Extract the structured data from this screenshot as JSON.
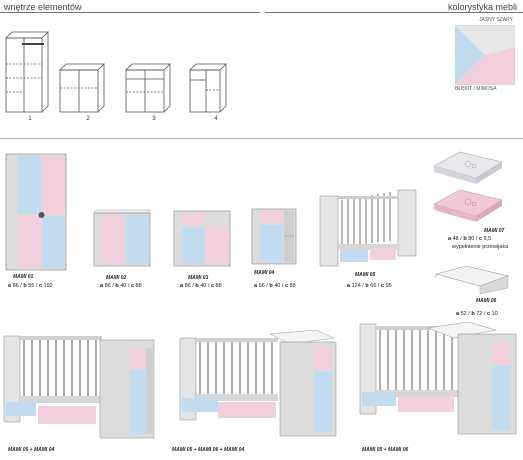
{
  "header": {
    "left_title": "wnętrze elementów",
    "right_title": "kolorystyka mebli"
  },
  "interior": {
    "numbers": [
      "1",
      "2",
      "3",
      "4"
    ]
  },
  "colors": {
    "top_label": "JASNY SZARY",
    "bottom_label": "BŁĘKIT / MIMOSA",
    "gray": "#e6e6e6",
    "blue": "#c3dbee",
    "pink": "#f1cfdc",
    "furniture_body": "#dedede",
    "line": "#6b6b6b"
  },
  "products": [
    {
      "name": "MAMI 01",
      "dims": {
        "a": "86",
        "b": "55",
        "c": "192"
      }
    },
    {
      "name": "MAMI 02",
      "dims": {
        "a": "86",
        "b": "40",
        "c": "88"
      }
    },
    {
      "name": "MAMI 03",
      "dims": {
        "a": "86",
        "b": "40",
        "c": "88"
      }
    },
    {
      "name": "MAMI 04",
      "dims": {
        "a": "66",
        "b": "40",
        "c": "88"
      }
    },
    {
      "name": "MAMI 05",
      "dims": {
        "a": "124",
        "b": "66",
        "c": "95"
      }
    },
    {
      "name": "MAMI 07",
      "dims": {
        "a": "48",
        "b": "80",
        "c": "9,5"
      },
      "note": "wypełnienie przewijaka"
    },
    {
      "name": "MAMI 06",
      "dims": {
        "a": "52",
        "b": "72",
        "c": "10"
      }
    }
  ],
  "sets": [
    "MAMI 05 + MAMI 04",
    "MAMI 05 + MAMI 06 + MAMI 04",
    "MAMI 05 + MAMI 06"
  ],
  "dim_keys": {
    "a": "a",
    "b": "b",
    "c": "c"
  }
}
